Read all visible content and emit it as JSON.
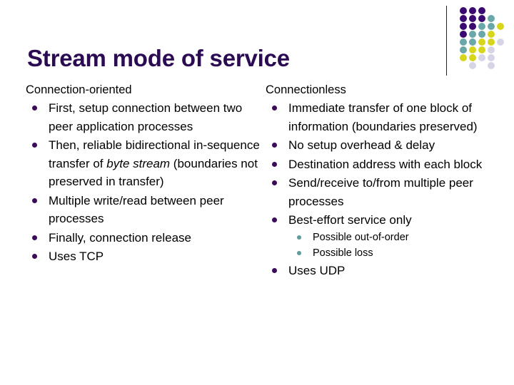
{
  "slide": {
    "title": "Stream mode of service"
  },
  "colors": {
    "title": "#2b0b52",
    "bullet": "#3b0a5c",
    "subbullet": "#5f9a9c",
    "deco_purple": "#3b0a70",
    "deco_teal": "#6aa7a8",
    "deco_yellow": "#d8d61a",
    "deco_lavender": "#d5d5e6",
    "divider": "#222222",
    "background": "#ffffff",
    "text": "#000000"
  },
  "decoration": {
    "name": "dot-grid-logo",
    "rows": 8,
    "cols": 5,
    "cells": [
      [
        "purple",
        "purple",
        "purple",
        null,
        null
      ],
      [
        "purple",
        "purple",
        "purple",
        "teal",
        null
      ],
      [
        "purple",
        "purple",
        "teal",
        "teal",
        "yellow"
      ],
      [
        "purple",
        "teal",
        "teal",
        "yellow",
        null
      ],
      [
        "teal",
        "teal",
        "yellow",
        "yellow",
        "lavender"
      ],
      [
        "teal",
        "yellow",
        "yellow",
        "lavender",
        null
      ],
      [
        "yellow",
        "yellow",
        "lavender",
        "lavender",
        null
      ],
      [
        null,
        "lavender",
        null,
        "lavender",
        null
      ]
    ]
  },
  "columns": [
    {
      "id": "connection-oriented",
      "heading": "Connection-oriented",
      "bullets": [
        {
          "text": "First, setup connection between two peer application processes"
        },
        {
          "rich": true,
          "parts": [
            {
              "text": "Then, reliable bidirectional in-sequence transfer of ",
              "italic": false
            },
            {
              "text": "byte stream",
              "italic": true
            },
            {
              "text": " (boundaries not preserved in transfer)",
              "italic": false
            }
          ],
          "text": "Then, reliable bidirectional in-sequence transfer of byte stream (boundaries not preserved in transfer)"
        },
        {
          "text": "Multiple write/read between peer processes"
        },
        {
          "text": "Finally, connection release"
        },
        {
          "text": "Uses TCP"
        }
      ]
    },
    {
      "id": "connectionless",
      "heading": "Connectionless",
      "bullets": [
        {
          "text": "Immediate transfer of one block of information (boundaries preserved)"
        },
        {
          "text": "No setup overhead & delay"
        },
        {
          "text": "Destination address with each block"
        },
        {
          "text": "Send/receive to/from multiple peer processes"
        },
        {
          "text": "Best-effort service only",
          "subbullets": [
            {
              "text": "Possible out-of-order"
            },
            {
              "text": "Possible loss"
            }
          ]
        },
        {
          "text": "Uses UDP"
        }
      ]
    }
  ]
}
